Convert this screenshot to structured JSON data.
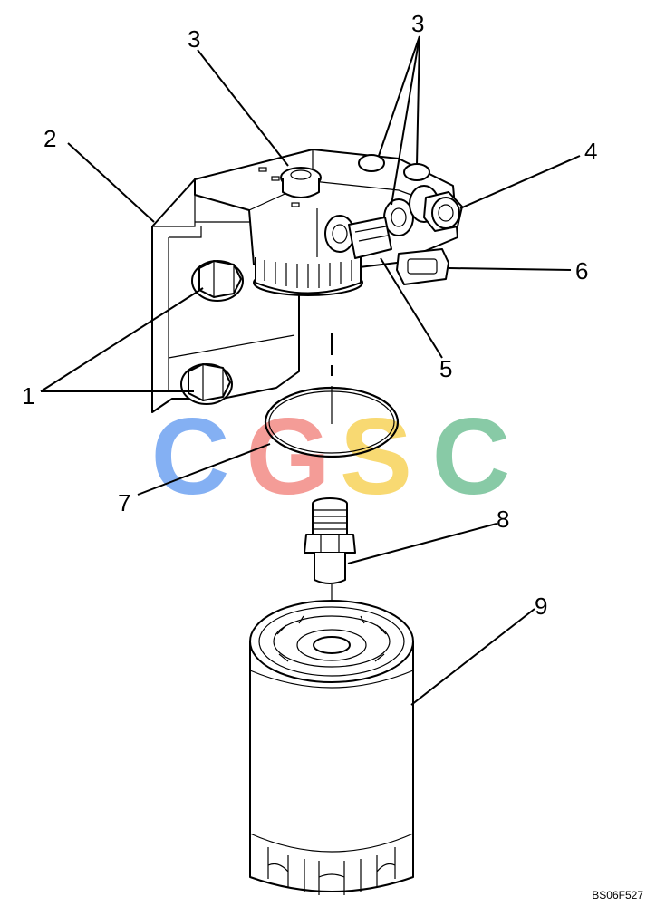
{
  "figure_code": "BS06F527",
  "watermark": {
    "text": "CGSC",
    "letters": [
      "C",
      "G",
      "S",
      "C"
    ],
    "colors": [
      "#6fa3f2",
      "#f38b86",
      "#f7d35a",
      "#74c197"
    ]
  },
  "callouts": {
    "c1": "1",
    "c2": "2",
    "c3a": "3",
    "c3b": "3",
    "c4": "4",
    "c5": "5",
    "c6": "6",
    "c7": "7",
    "c8": "8",
    "c9": "9"
  }
}
